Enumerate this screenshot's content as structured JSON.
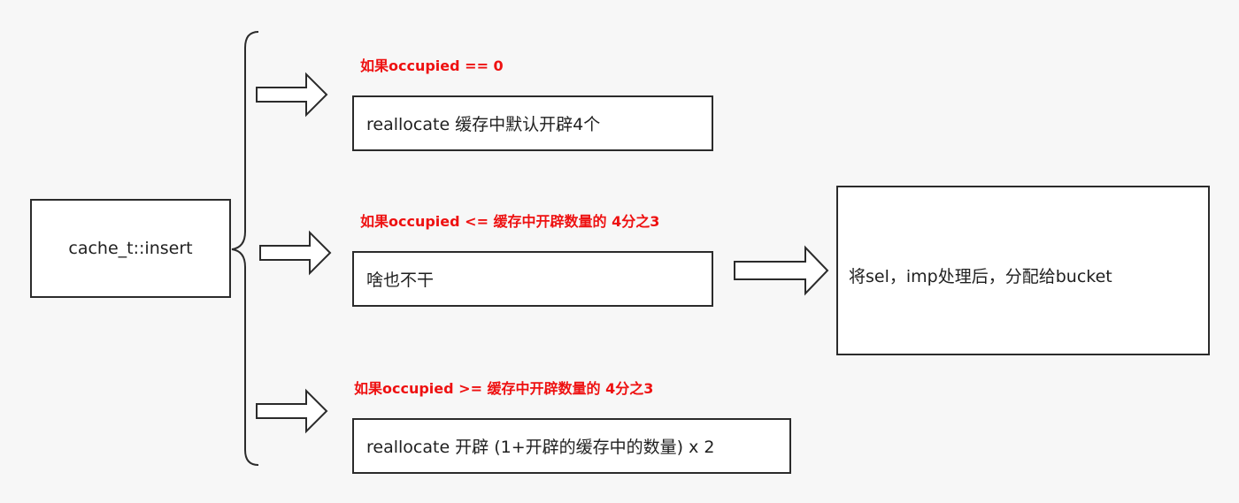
{
  "nodes": {
    "insert": "cache_t::insert",
    "branch1_action": "reallocate 缓存中默认开辟4个",
    "branch2_action": "啥也不干",
    "branch3_action": "reallocate 开辟 (1+开辟的缓存中的数量) x 2",
    "result": "将sel，imp处理后，分配给bucket"
  },
  "conditions": {
    "branch1": "如果occupied == 0",
    "branch2": "如果occupied <= 缓存中开辟数量的 4分之3",
    "branch3": "如果occupied >= 缓存中开辟数量的 4分之3"
  },
  "colors": {
    "condition_text": "#ee1111",
    "stroke": "#2b2b2b",
    "background": "#f7f7f7"
  }
}
